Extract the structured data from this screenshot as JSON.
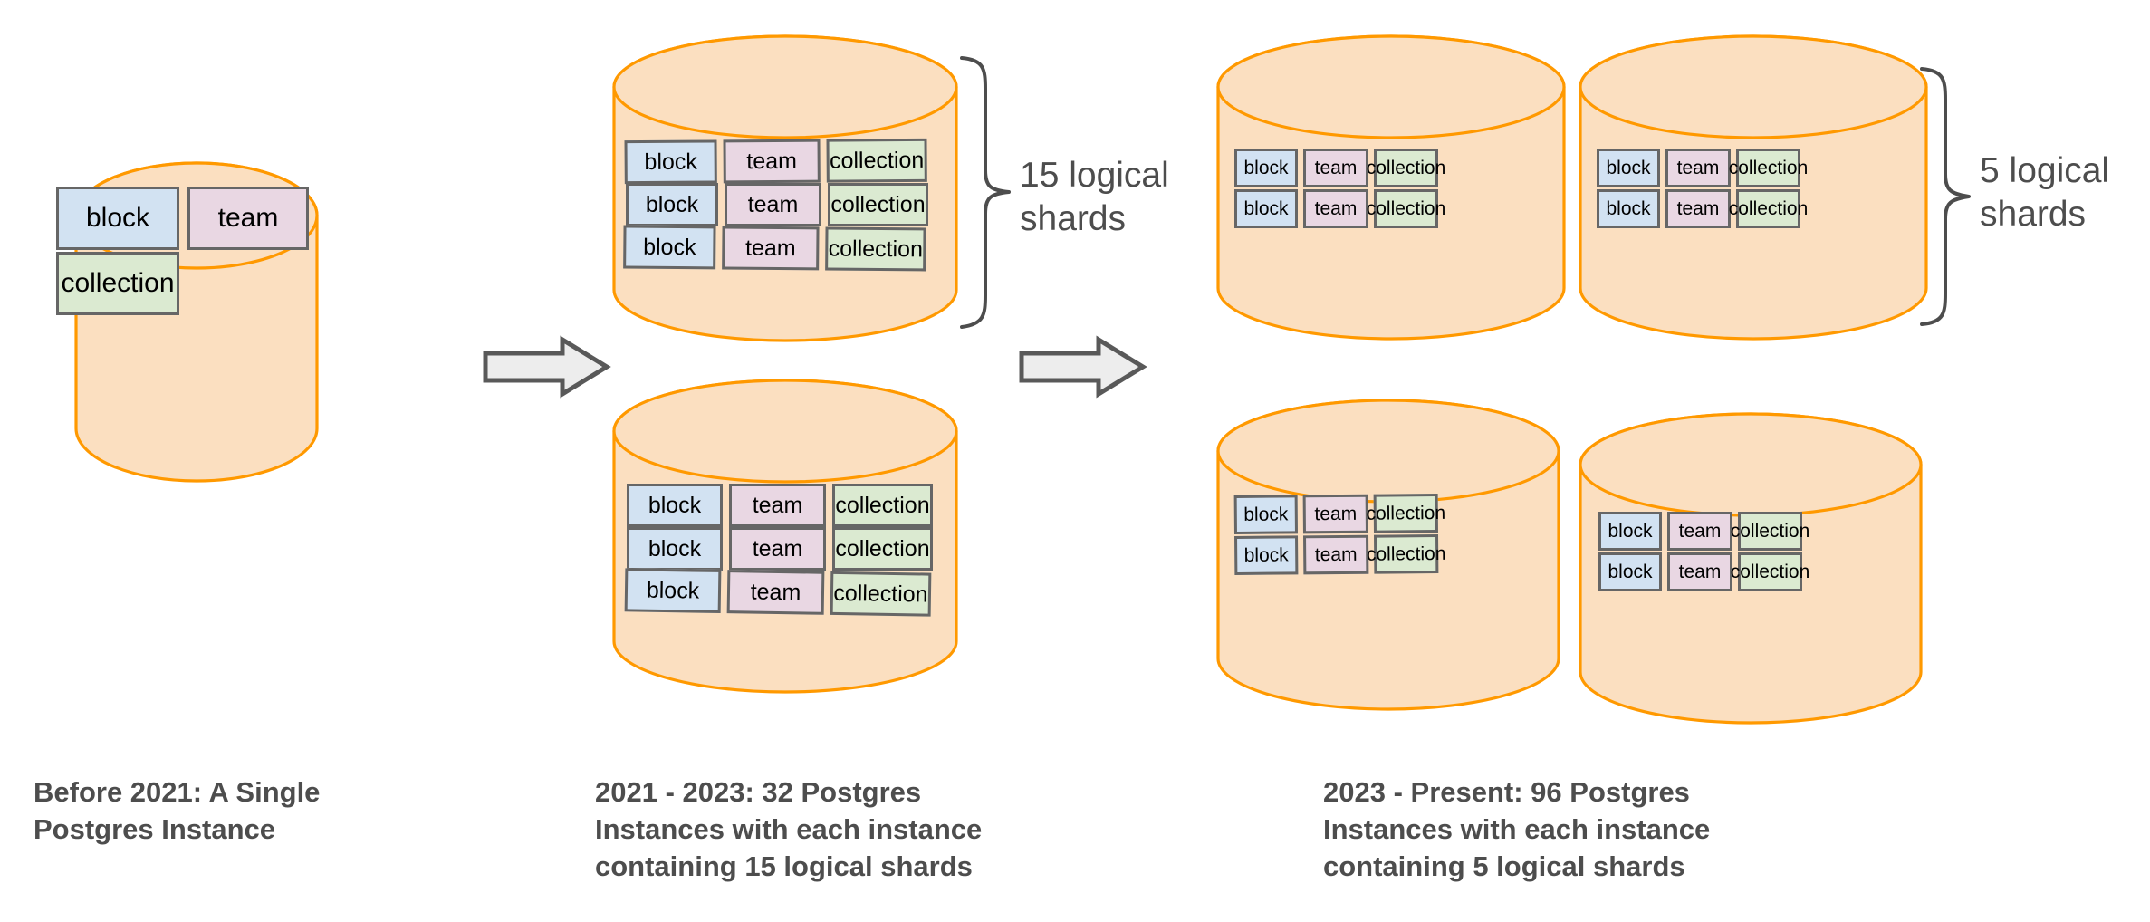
{
  "diagram": {
    "title_hidden": "",
    "palette": {
      "cylinder_fill": "#fbdfc0",
      "cylinder_stroke": "#ff9900",
      "block_fill": "#d2e2f2",
      "team_fill": "#e9d7e3",
      "collection_fill": "#dbead1",
      "box_stroke": "#666666",
      "arrow_fill": "#ededed",
      "arrow_stroke": "#595959",
      "text_gray": "#4d4d4d",
      "background": "#ffffff"
    },
    "shard_labels": {
      "block": "block",
      "team": "team",
      "collection": "collection"
    },
    "sections": [
      {
        "id": "before-2021",
        "caption": "Before 2021: A Single\nPostgres Instance",
        "instances": 1,
        "rows_per_instance": 2,
        "boxes": [
          "block",
          "team",
          "collection"
        ]
      },
      {
        "id": "2021-2023",
        "caption": "2021 - 2023: 32 Postgres\nInstances with each instance\ncontaining 15 logical shards",
        "instances": 2,
        "rows_per_instance": 3,
        "columns": [
          "block",
          "team",
          "collection"
        ],
        "brace_label": "15 logical\nshards"
      },
      {
        "id": "2023-present",
        "caption": "2023 - Present: 96 Postgres\nInstances with each instance\ncontaining 5 logical shards",
        "instances": 4,
        "rows_per_instance": 2,
        "columns": [
          "block",
          "team",
          "collection"
        ],
        "brace_label": "5 logical\nshards"
      }
    ],
    "arrows": [
      {
        "id": "arrow-1",
        "direction": "right"
      },
      {
        "id": "arrow-2",
        "direction": "right"
      }
    ]
  }
}
